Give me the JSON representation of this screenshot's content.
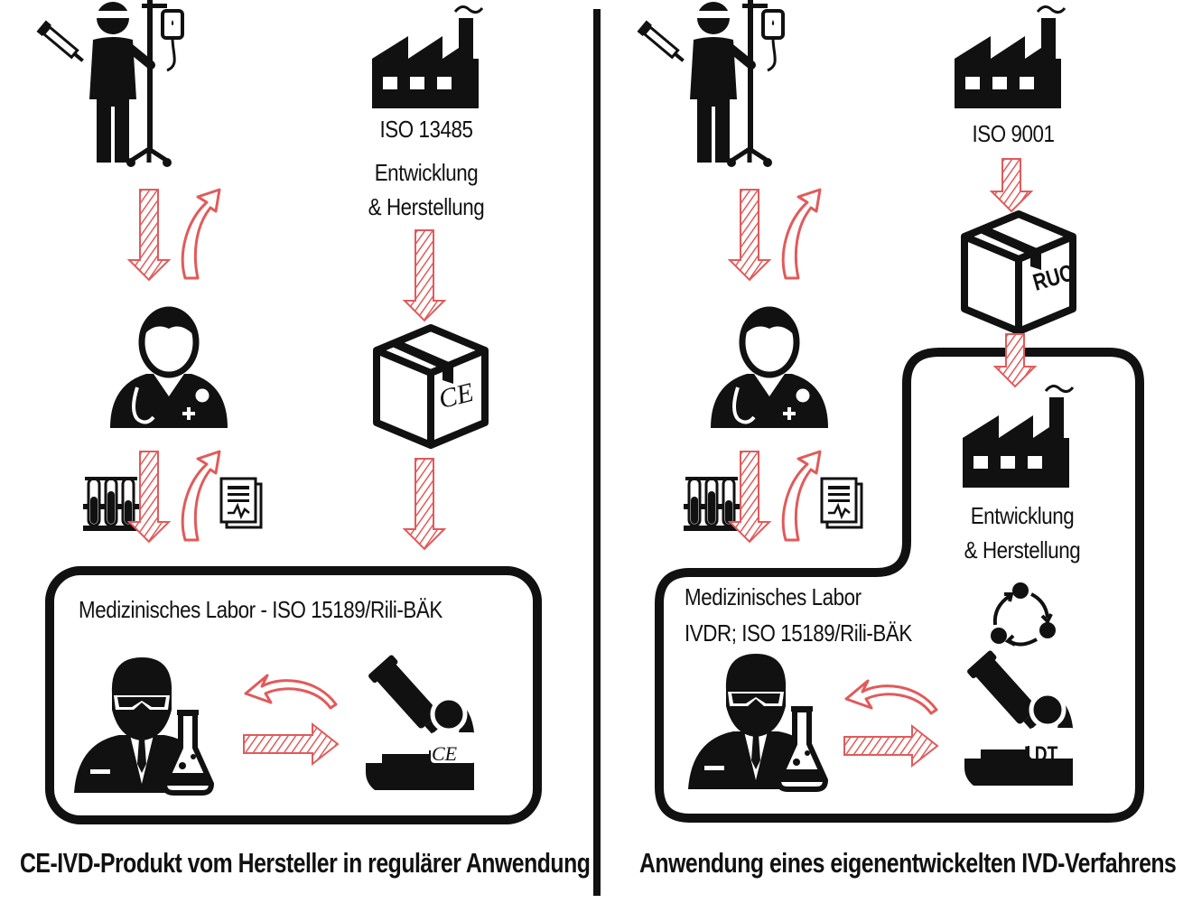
{
  "colors": {
    "ink": "#111111",
    "arrow": "#e25a5a",
    "background": "#ffffff"
  },
  "icons": {
    "patient": "patient-with-iv-drip-icon",
    "factory": "factory-icon",
    "doctor": "doctor-with-stethoscope-icon",
    "box": "package-box-icon",
    "tubes": "test-tubes-rack-icon",
    "report": "lab-report-document-icon",
    "scientist": "lab-scientist-with-flask-icon",
    "microscope": "microscope-icon",
    "cycle": "cycle-icon"
  },
  "left": {
    "iso_label": "ISO 13485",
    "dev_line1": "Entwicklung",
    "dev_line2": "& Herstellung",
    "box_mark": "CE",
    "lab_title": "Medizinisches Labor - ISO 15189/Rili-BÄK",
    "microscope_mark": "CE",
    "caption": "CE-IVD-Produkt vom Hersteller in regulärer Anwendung"
  },
  "right": {
    "iso_label": "ISO 9001",
    "box_mark": "RUO",
    "dev_line1": "Entwicklung",
    "dev_line2": "& Herstellung",
    "lab_title_line1": "Medizinisches Labor",
    "lab_title_line2": "IVDR; ISO 15189/Rili-BÄK",
    "microscope_mark": "LDT",
    "caption": "Anwendung eines eigenentwickelten IVD-Verfahrens"
  }
}
